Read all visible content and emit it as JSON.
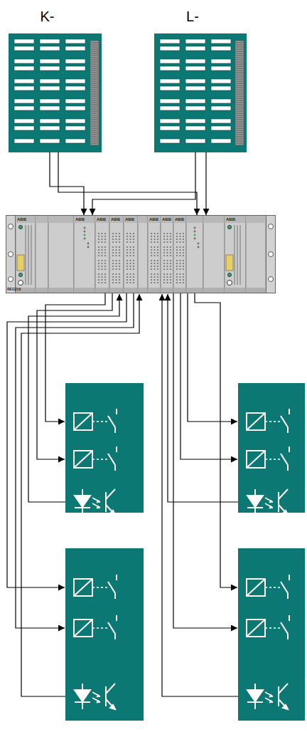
{
  "diagram": {
    "nodes": [
      {
        "text": [
          "K-"
        ]
      },
      {
        "text": [
          "L-"
        ]
      },
      {
        "text": [
          "ABB",
          "ABB",
          "ABB",
          "ABB",
          "ABB",
          "ABB",
          "ABB",
          "ABB",
          "ABB",
          "REG216"
        ]
      }
    ],
    "edges": [
      {
        "from": 0,
        "to": 2,
        "arrow": "to"
      },
      {
        "from": 0,
        "to": 2,
        "arrow": "to"
      },
      {
        "from": 1,
        "to": 2,
        "arrow": "to"
      },
      {
        "from": 1,
        "to": 2,
        "arrow": "to"
      }
    ]
  }
}
